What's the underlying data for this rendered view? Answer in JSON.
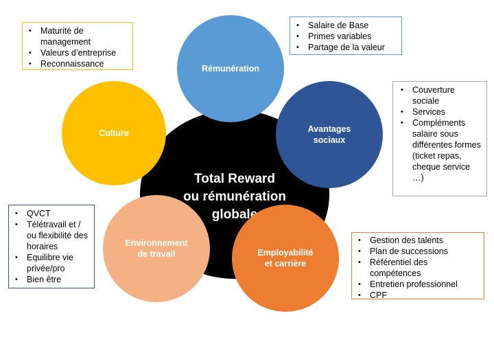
{
  "center": {
    "line1": "Total Reward",
    "line2": "ou rémunération",
    "line3": "globale"
  },
  "nodes": {
    "remuneration": {
      "label": "Rémunération",
      "color": "#5B9BD5"
    },
    "avantages": {
      "line1": "Avantages",
      "line2": "sociaux",
      "color": "#2F5597"
    },
    "employabilite": {
      "line1": "Employabilité",
      "line2": "et carrière",
      "color": "#ED7D31"
    },
    "environnement": {
      "line1": "Environnement",
      "line2": "de travail",
      "color": "#F4B183"
    },
    "culture": {
      "label": "Culture",
      "color": "#FFC000"
    },
    "center_color": "#000000"
  },
  "boxes": {
    "remuneration": {
      "border": "#5B9BD5",
      "items": [
        "Salaire de Base",
        "Primes variables",
        "Partage de la valeur"
      ]
    },
    "avantages": {
      "border": "#A6A6A6",
      "items": [
        "Couverture sociale",
        "Services",
        "Compléments salaire sous différentes formes (ticket repas, cheque service …)"
      ]
    },
    "employabilite": {
      "border": "#ED7D31",
      "items": [
        "Gestion des talents",
        "Plan de successions",
        "Référentiel des compétences",
        "Entretien professionnel",
        "CPF"
      ]
    },
    "environnement": {
      "border": "#2F5597",
      "items": [
        "QVCT",
        "Télétravail et / ou flexibilité des horaires",
        "Equilibre vie privée/pro",
        "Bien être"
      ]
    },
    "culture": {
      "border": "#FFC000",
      "items": [
        "Maturité de management",
        "Valeurs d’entreprise",
        "Reconnaissance"
      ]
    }
  }
}
